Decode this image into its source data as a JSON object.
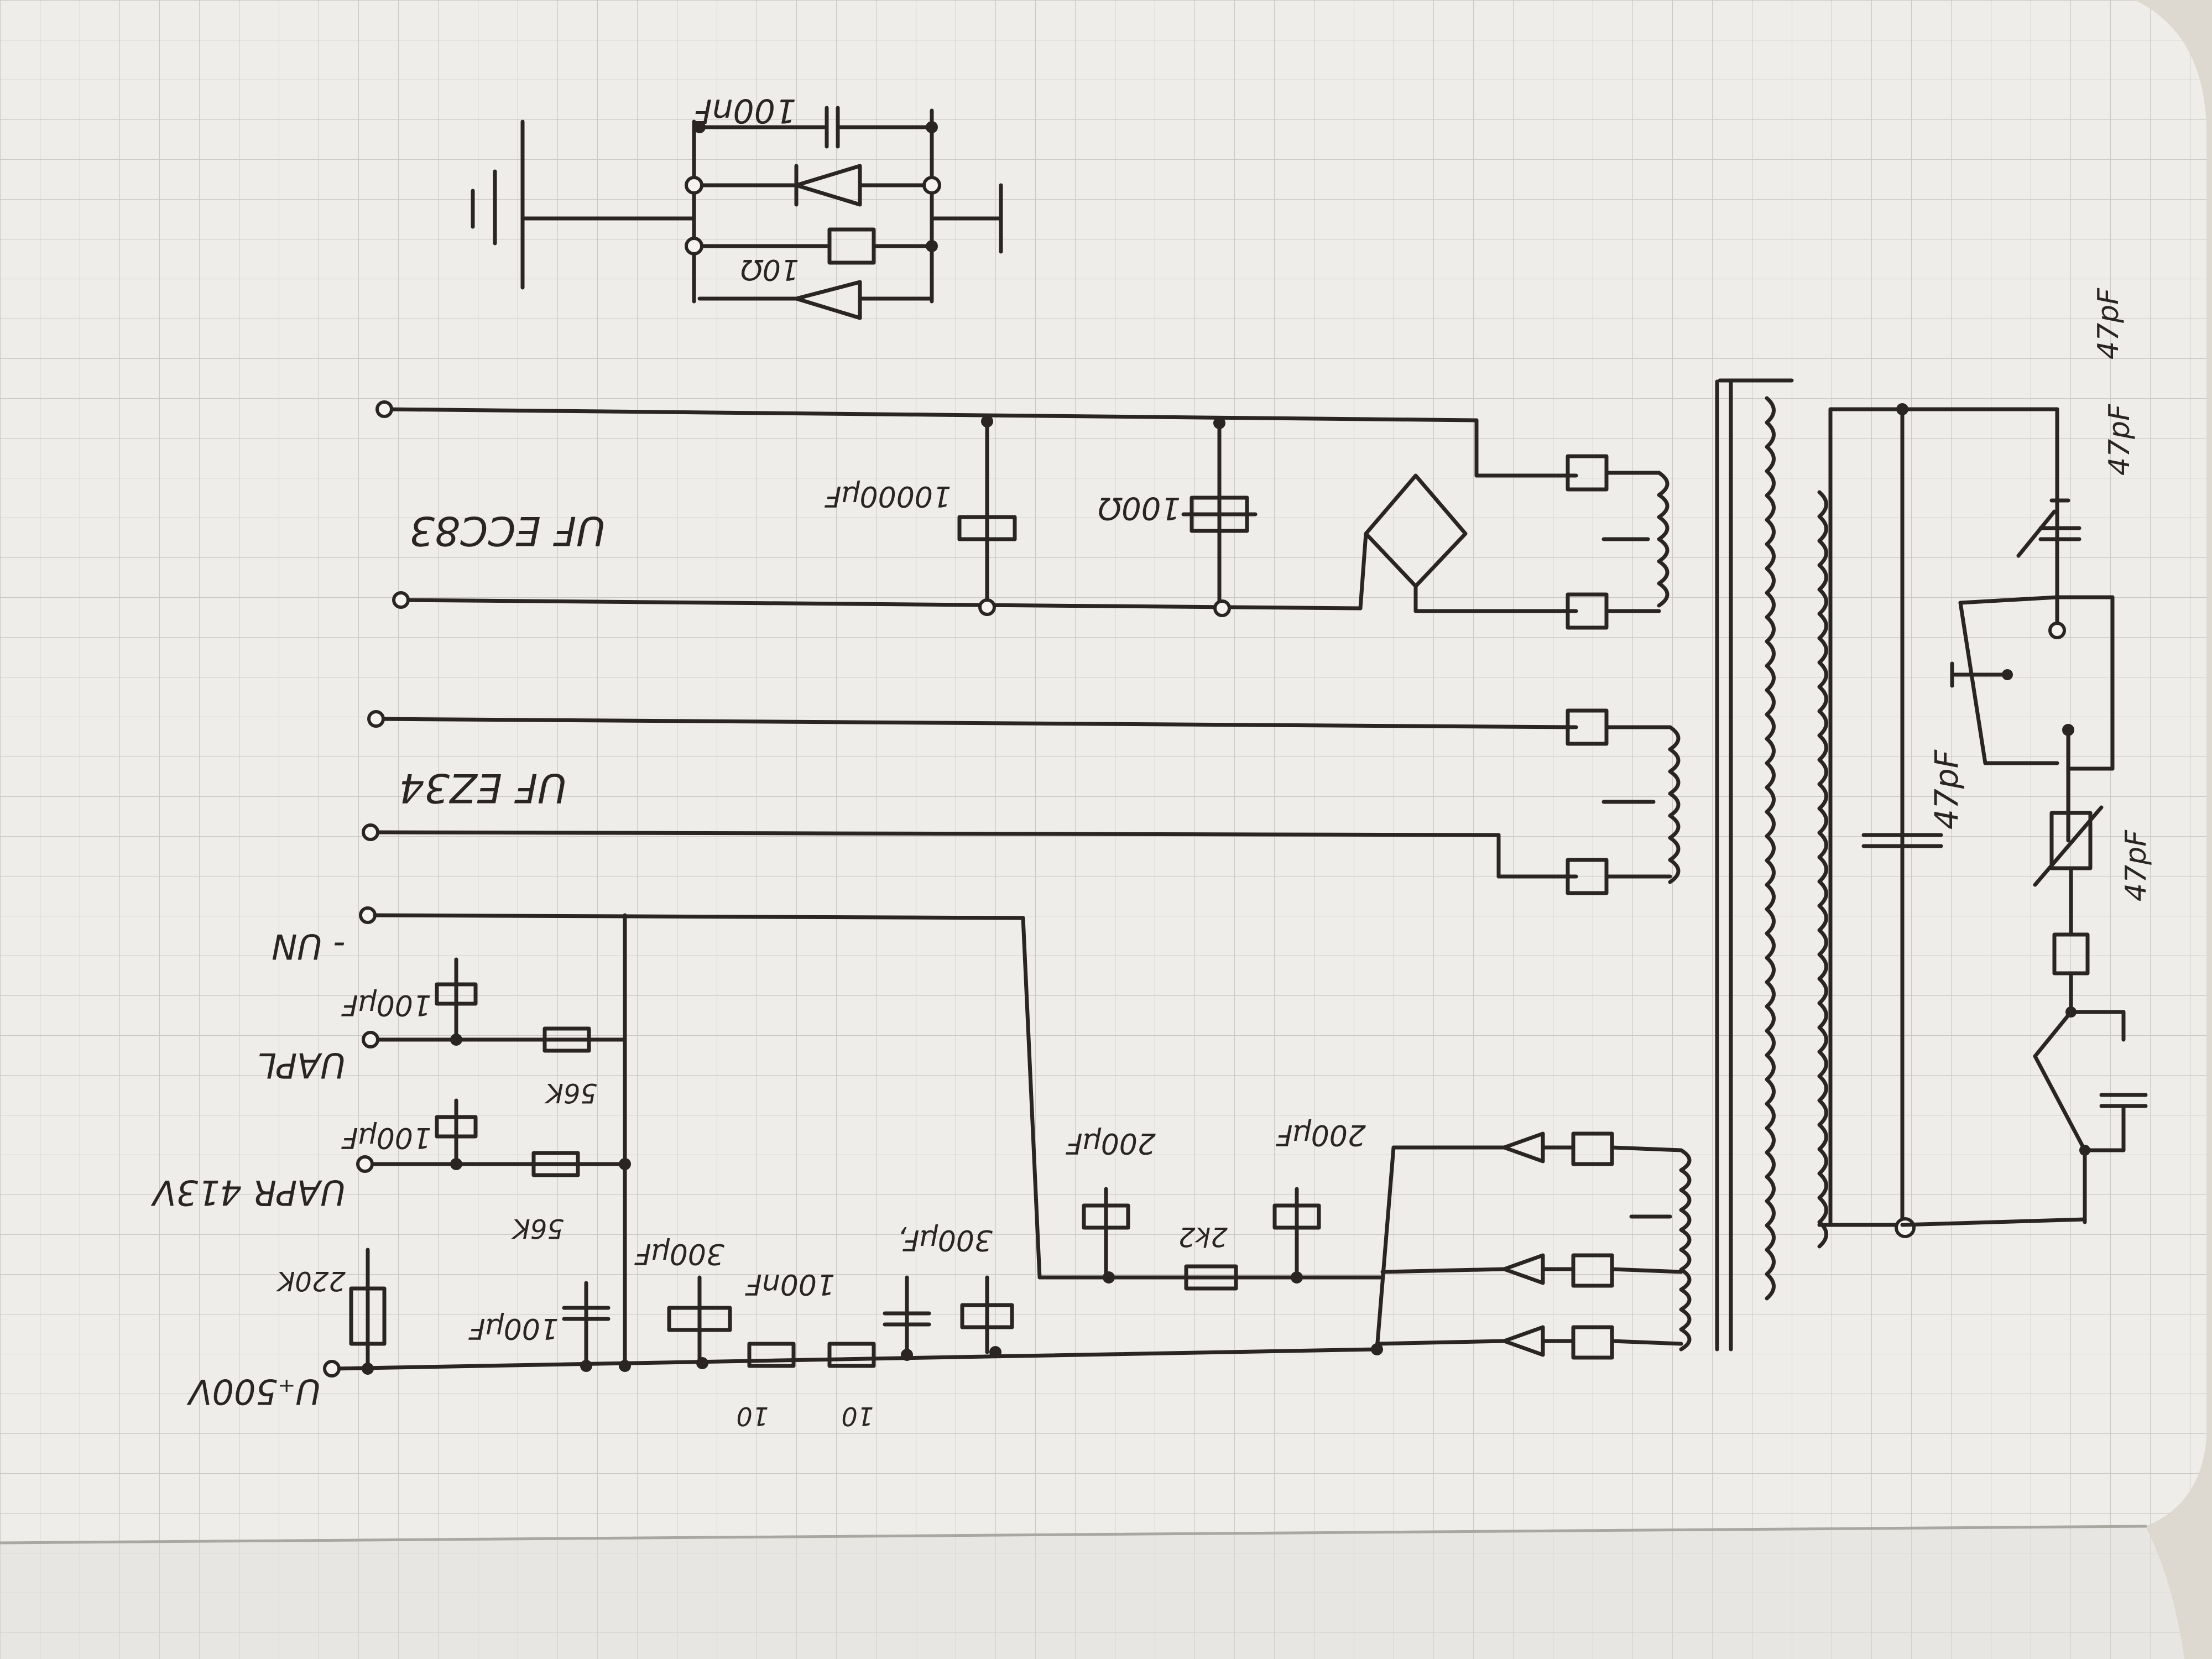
{
  "labels": {
    "u_supply": "U₊500V",
    "u_apr": "UAPR 413V",
    "u_apl": "UAPL",
    "u_minus": "- UN",
    "uf_ez34": "UF EZ34",
    "uf_ecc83": "UF ECC83",
    "r_220k": "220K",
    "r_56k_a": "56K",
    "r_56k_b": "56K",
    "c_100uf_a": "100μF",
    "c_100uf_b": "100μF",
    "c_100uf_c": "100μF",
    "c_300uf": "300μF",
    "c_100nf": "100nF",
    "c_300uf_b": "300μF,",
    "r_10_a": "10",
    "r_10_b": "10",
    "c_200uf_a": "200μF",
    "c_200uf_b": "200μF",
    "r_2k2": "2k2",
    "c_10000uf": "10000μF",
    "r_100ohm": "100Ω",
    "c_100nf_top": "100nF",
    "r_10ohm": "10Ω",
    "c_47pf_a": "47pF",
    "c_47pf_b": "47pF",
    "c_47pf_c": "47pF",
    "c_47pf_d": "47pF"
  }
}
